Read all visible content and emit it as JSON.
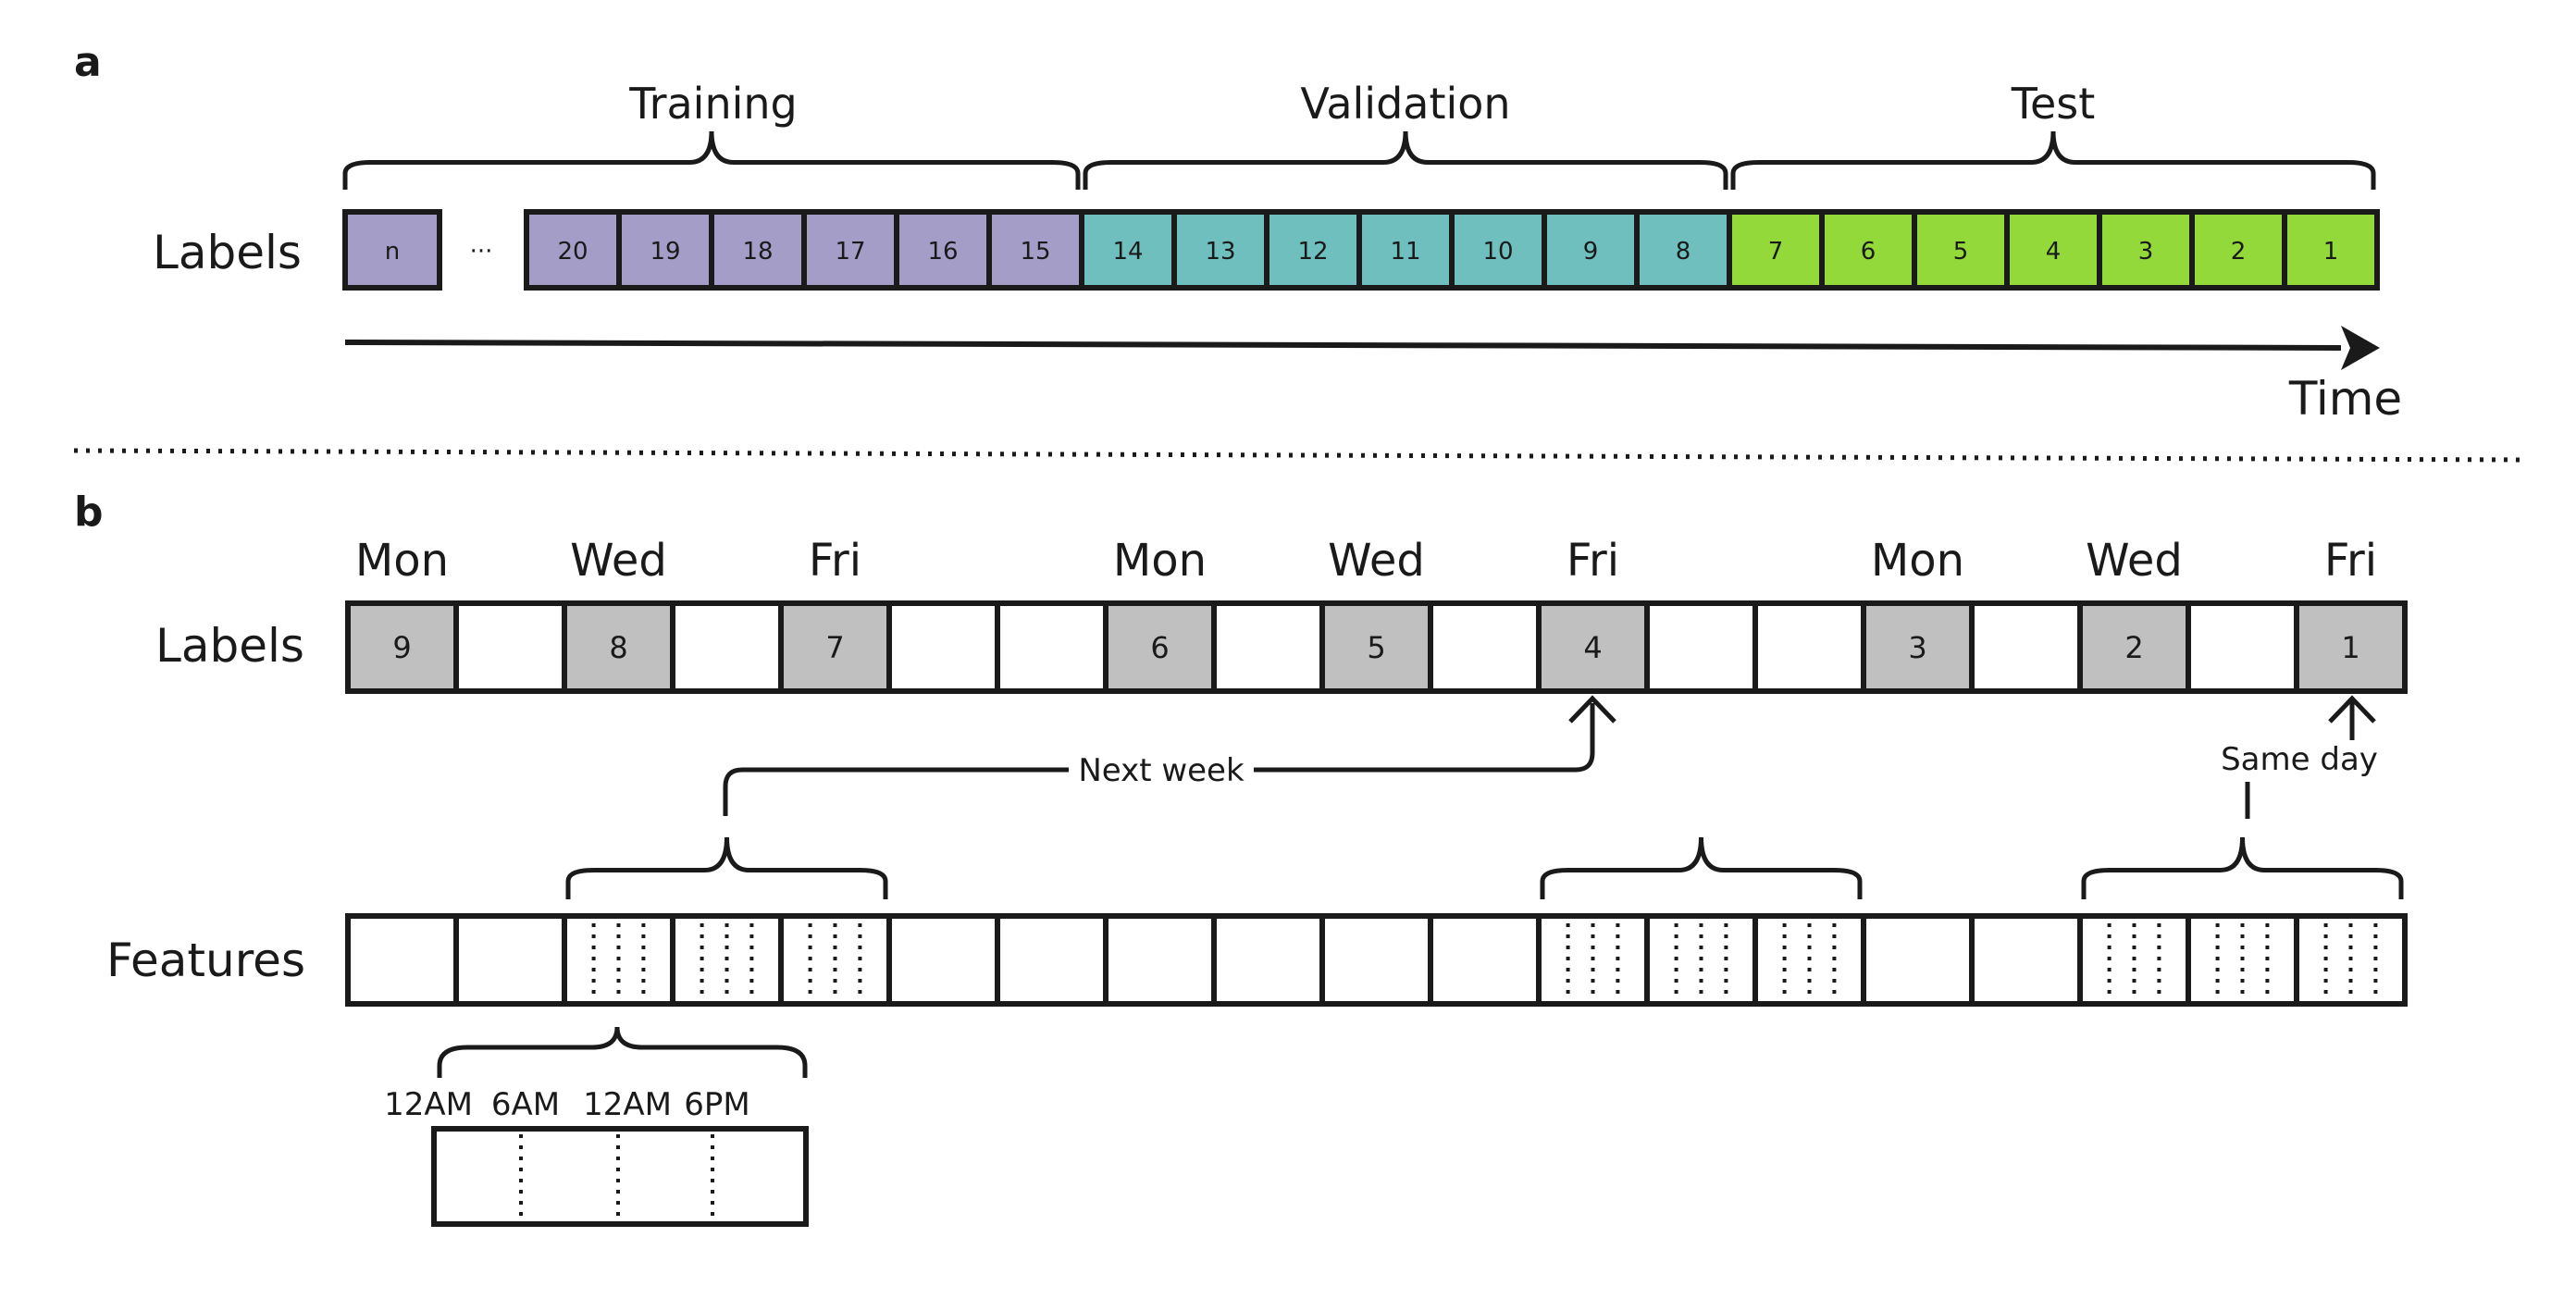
{
  "panel_a": {
    "letter": "a",
    "row_label": "Labels",
    "groups": [
      {
        "label": "Training",
        "color": "#a49dc8",
        "cells": [
          "20",
          "19",
          "18",
          "17",
          "16",
          "15"
        ]
      },
      {
        "label": "Validation",
        "color": "#6fbfbf",
        "cells": [
          "14",
          "13",
          "12",
          "11",
          "10",
          "9",
          "8"
        ]
      },
      {
        "label": "Test",
        "color": "#93d93a",
        "cells": [
          "7",
          "6",
          "5",
          "4",
          "3",
          "2",
          "1"
        ]
      }
    ],
    "first_cell": "n",
    "ellipsis": "···",
    "axis_label": "Time"
  },
  "panel_b": {
    "letter": "b",
    "labels_row_label": "Labels",
    "features_row_label": "Features",
    "fill_color": "#c0c0c0",
    "days": [
      {
        "slot": 0,
        "day": "Mon",
        "label": "9"
      },
      {
        "slot": 2,
        "day": "Wed",
        "label": "8"
      },
      {
        "slot": 4,
        "day": "Fri",
        "label": "7"
      },
      {
        "slot": 7,
        "day": "Mon",
        "label": "6"
      },
      {
        "slot": 9,
        "day": "Wed",
        "label": "5"
      },
      {
        "slot": 11,
        "day": "Fri",
        "label": "4"
      },
      {
        "slot": 14,
        "day": "Mon",
        "label": "3"
      },
      {
        "slot": 16,
        "day": "Wed",
        "label": "2"
      },
      {
        "slot": 18,
        "day": "Fri",
        "label": "1"
      }
    ],
    "slot_count": 19,
    "feature_windows": [
      [
        2,
        4
      ],
      [
        11,
        13
      ],
      [
        16,
        18
      ]
    ],
    "next_week_label": "Next week",
    "same_day_label": "Same day",
    "hours": [
      "12AM",
      "6AM",
      "12AM",
      "6PM"
    ]
  }
}
